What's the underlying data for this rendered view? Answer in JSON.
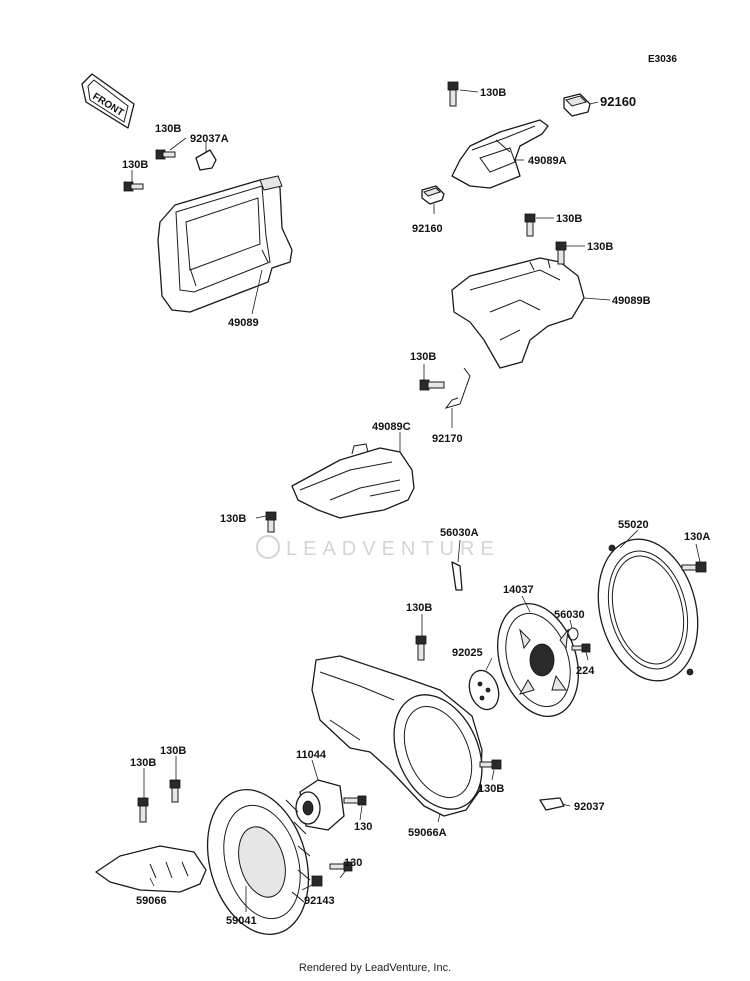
{
  "diagram_code": "E3036",
  "front_label": "FRONT",
  "watermark": "LEADVENTURE",
  "footer": "Rendered by LeadVenture, Inc.",
  "parts": [
    {
      "id": "p1",
      "label": "130B"
    },
    {
      "id": "p2",
      "label": "92037A"
    },
    {
      "id": "p3",
      "label": "130B"
    },
    {
      "id": "p4",
      "label": "49089"
    },
    {
      "id": "p5",
      "label": "130B"
    },
    {
      "id": "p6",
      "label": "92160"
    },
    {
      "id": "p7",
      "label": "49089A"
    },
    {
      "id": "p8",
      "label": "92160"
    },
    {
      "id": "p9",
      "label": "130B"
    },
    {
      "id": "p10",
      "label": "130B"
    },
    {
      "id": "p11",
      "label": "49089B"
    },
    {
      "id": "p12",
      "label": "130B"
    },
    {
      "id": "p13",
      "label": "92170"
    },
    {
      "id": "p14",
      "label": "49089C"
    },
    {
      "id": "p15",
      "label": "130B"
    },
    {
      "id": "p16",
      "label": "56030A"
    },
    {
      "id": "p17",
      "label": "55020"
    },
    {
      "id": "p18",
      "label": "130A"
    },
    {
      "id": "p19",
      "label": "14037"
    },
    {
      "id": "p20",
      "label": "56030"
    },
    {
      "id": "p21",
      "label": "130B"
    },
    {
      "id": "p22",
      "label": "92025"
    },
    {
      "id": "p23",
      "label": "224"
    },
    {
      "id": "p24",
      "label": "130B"
    },
    {
      "id": "p25",
      "label": "130B"
    },
    {
      "id": "p26",
      "label": "11044"
    },
    {
      "id": "p27",
      "label": "130"
    },
    {
      "id": "p28",
      "label": "130B"
    },
    {
      "id": "p29",
      "label": "92037"
    },
    {
      "id": "p30",
      "label": "59066A"
    },
    {
      "id": "p31",
      "label": "130"
    },
    {
      "id": "p32",
      "label": "92143"
    },
    {
      "id": "p33",
      "label": "59066"
    },
    {
      "id": "p34",
      "label": "59041"
    }
  ]
}
